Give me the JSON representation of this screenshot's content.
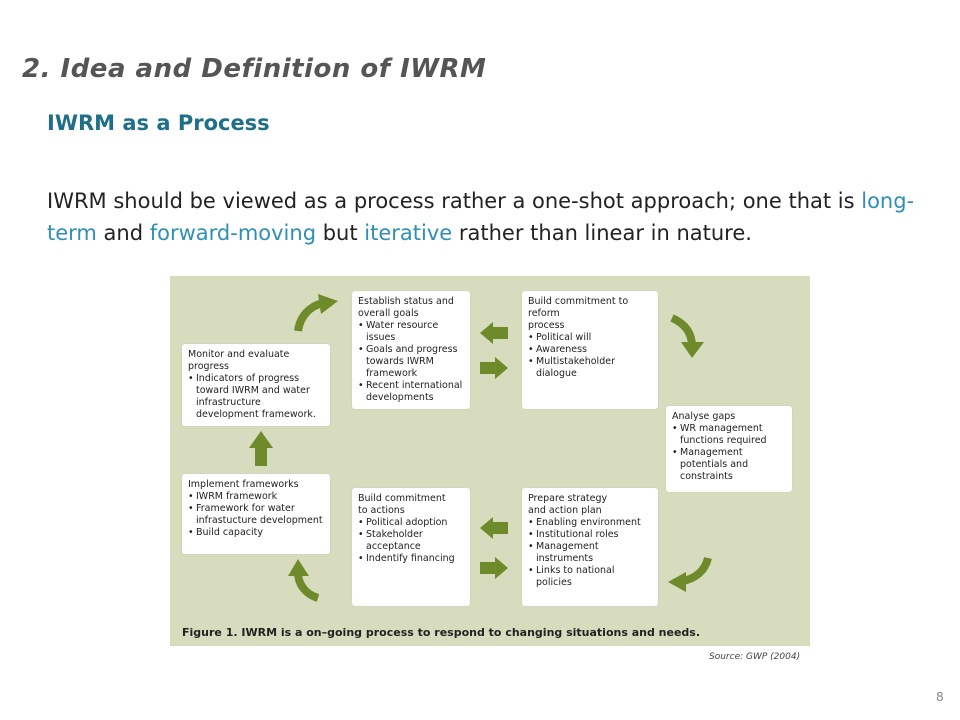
{
  "slide": {
    "title": "2. Idea and Definition of IWRM",
    "subtitle": "IWRM as a Process",
    "body": {
      "part1": "IWRM should be viewed as a process rather a one-shot approach; one that is ",
      "hl1": "long-term",
      "part2": " and ",
      "hl2": "forward-moving",
      "part3": " but ",
      "hl3": "iterative",
      "part4": " rather than linear in nature."
    },
    "source": "Source: GWP (2004)",
    "page_number": "8"
  },
  "figure": {
    "caption": "Figure 1. IWRM is a on–going process to respond to changing situations and needs.",
    "colors": {
      "background": "#d8dcbf",
      "arrow": "#6e8a2a"
    },
    "boxes": {
      "establish": {
        "title_line1": "Establish status and",
        "title_line2": "overall goals",
        "items": [
          "Water resource issues",
          "Goals and progress towards IWRM framework",
          "Recent international developments"
        ]
      },
      "commitment_reform": {
        "title_line1": "Build commitment to reform",
        "title_line2": "process",
        "items": [
          "Political will",
          "Awareness",
          "Multistakeholder dialogue"
        ]
      },
      "analyse": {
        "title_line1": "Analyse gaps",
        "items": [
          "WR management functions required",
          "Management potentials and constraints"
        ]
      },
      "strategy": {
        "title_line1": "Prepare strategy",
        "title_line2": "and action plan",
        "items": [
          "Enabling environment",
          "Institutional roles",
          "Management instruments",
          "Links to national policies"
        ]
      },
      "commitment_actions": {
        "title_line1": "Build commitment",
        "title_line2": "to actions",
        "items": [
          "Political adoption",
          "Stakeholder acceptance",
          "Indentify financing"
        ]
      },
      "implement": {
        "title_line1": "Implement frameworks",
        "items": [
          "IWRM framework",
          "Framework for water infrastucture development",
          "Build capacity"
        ]
      },
      "monitor": {
        "title_line1": "Monitor and evaluate progress",
        "items": [
          "Indicators of progress toward IWRM and water infrastructure development framework."
        ]
      }
    }
  }
}
